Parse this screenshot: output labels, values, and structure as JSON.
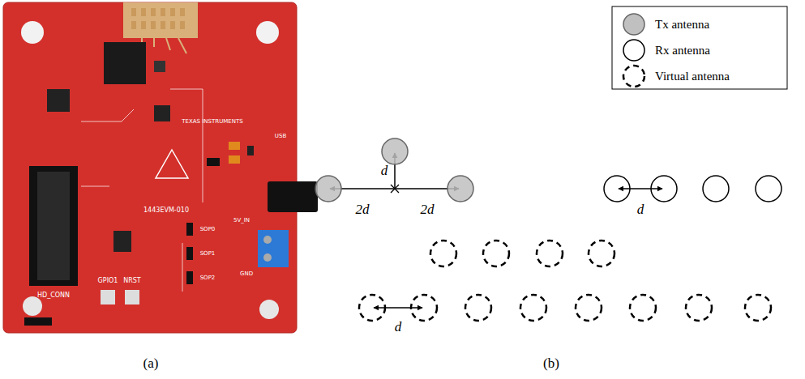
{
  "diagram": {
    "labels": [
      "(a)",
      "(b)",
      "d",
      "2d",
      "2d",
      "d",
      "d",
      "1443EVM-010",
      "HD_CONN",
      "TEXAS INSTRUMENTS",
      "NRST",
      "GPIO1",
      "SOP0",
      "SOP1",
      "SOP2",
      "5V_IN",
      "GND",
      "USB"
    ],
    "legend": [
      {
        "text": "Tx antenna"
      },
      {
        "text": "Rx antenna"
      },
      {
        "text": "Virtual antenna"
      }
    ]
  }
}
